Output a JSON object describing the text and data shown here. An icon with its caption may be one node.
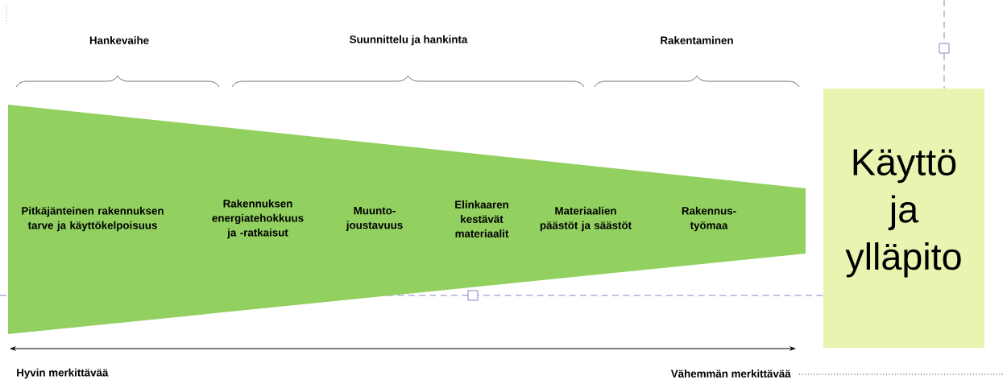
{
  "diagram": {
    "nodes": [
      {
        "text": [
          "Pitkäjänteinen rakennuksen tarve ja käyttökelpoisuus",
          "Rakennuksen energiatehokkuus ja -ratkaisut",
          "Muunto-joustavuus",
          "Elinkaaren kestävät materiaalit",
          "Materiaalien päästöt ja säästöt",
          "Rakennus-työmaa"
        ]
      },
      {
        "text": [
          "Käyttö ja ylläpito"
        ]
      }
    ],
    "labels": [
      "Hankevaihe",
      "Suunnittelu ja hankinta",
      "Rakentaminen",
      "Hyvin merkittävää",
      "Vähemmän merkittävää"
    ]
  }
}
